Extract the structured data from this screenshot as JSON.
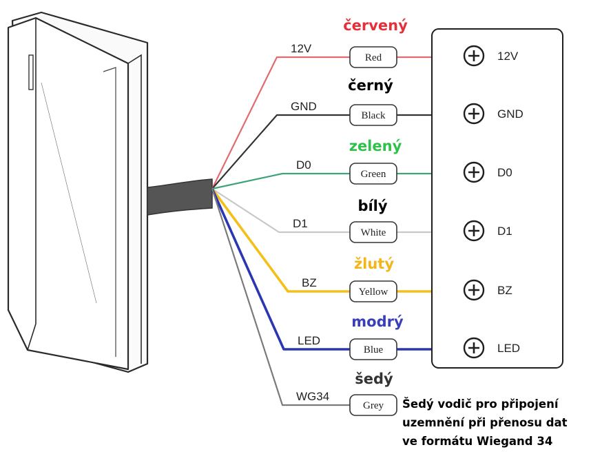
{
  "wires": [
    {
      "id": "12v",
      "label": "12V",
      "badge": "Red",
      "czech": "červený",
      "czech_color": "#e5303b",
      "wire_color": "#e06a6e",
      "terminal": "12V"
    },
    {
      "id": "gnd",
      "label": "GND",
      "badge": "Black",
      "czech": "černý",
      "czech_color": "#000000",
      "wire_color": "#333333",
      "terminal": "GND"
    },
    {
      "id": "d0",
      "label": "D0",
      "badge": "Green",
      "czech": "zelený",
      "czech_color": "#2ec24a",
      "wire_color": "#3fa37a",
      "terminal": "D0"
    },
    {
      "id": "d1",
      "label": "D1",
      "badge": "White",
      "czech": "bílý",
      "czech_color": "#000000",
      "wire_color": "#c8c8c8",
      "terminal": "D1"
    },
    {
      "id": "bz",
      "label": "BZ",
      "badge": "Yellow",
      "czech": "žlutý",
      "czech_color": "#f2b619",
      "wire_color": "#f5bf18",
      "terminal": "BZ"
    },
    {
      "id": "led",
      "label": "LED",
      "badge": "Blue",
      "czech": "modrý",
      "czech_color": "#3a3fb8",
      "wire_color": "#2b36b3",
      "terminal": "LED"
    },
    {
      "id": "wg34",
      "label": "WG34",
      "badge": "Grey",
      "czech": "šedý",
      "czech_color": "#333333",
      "wire_color": "#7a7a7a",
      "terminal": null
    }
  ],
  "note": [
    "Šedý vodič pro připojení",
    "uzemnění při přenosu dat",
    "ve formátu Wiegand 34"
  ],
  "icons": {
    "terminal": "plus-circle-icon",
    "device": "card-reader-device"
  }
}
